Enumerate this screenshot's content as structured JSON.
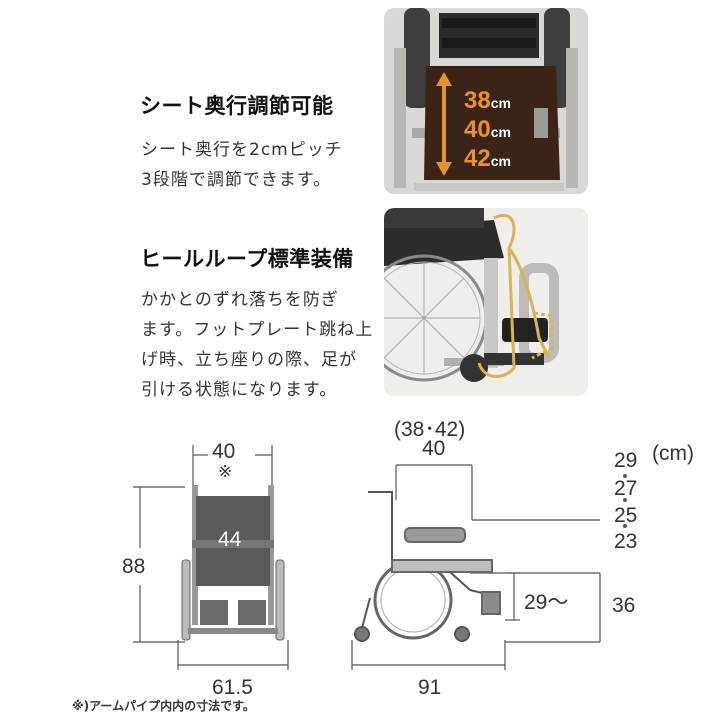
{
  "features": [
    {
      "title": "シート奥行調節可能",
      "desc_lines": [
        "シート奥行を2cmピッチ",
        "3段階で調節できます。"
      ]
    },
    {
      "title": "ヒールループ標準装備",
      "desc_lines": [
        "かかとのずれ落ちを防ぎ",
        "ます。フットプレート跳ね上",
        "げ時、立ち座りの際、足が",
        "引ける状態になります。"
      ]
    }
  ],
  "photo1": {
    "depth_values": [
      {
        "num": "38",
        "unit": "cm"
      },
      {
        "num": "40",
        "unit": "cm"
      },
      {
        "num": "42",
        "unit": "cm"
      }
    ]
  },
  "dimensions": {
    "front_seat_width": "40",
    "front_seat_width_note": "※",
    "front_back_height": "44",
    "front_total_height": "88",
    "front_total_width": "61.5",
    "side_seat_depth_options": "(38･42)",
    "side_seat_depth": "40",
    "seat_height_values": [
      "29",
      "27",
      "25",
      "23"
    ],
    "unit": "(cm)",
    "footrest_height": "29〜",
    "arm_height": "36",
    "total_length": "91"
  },
  "footnote": "※)アームパイプ内内の寸法です。",
  "colors": {
    "seat_fabric": "#3b2417",
    "accent_orange": "#e8922a",
    "heel_loop": "#d9b25a"
  }
}
